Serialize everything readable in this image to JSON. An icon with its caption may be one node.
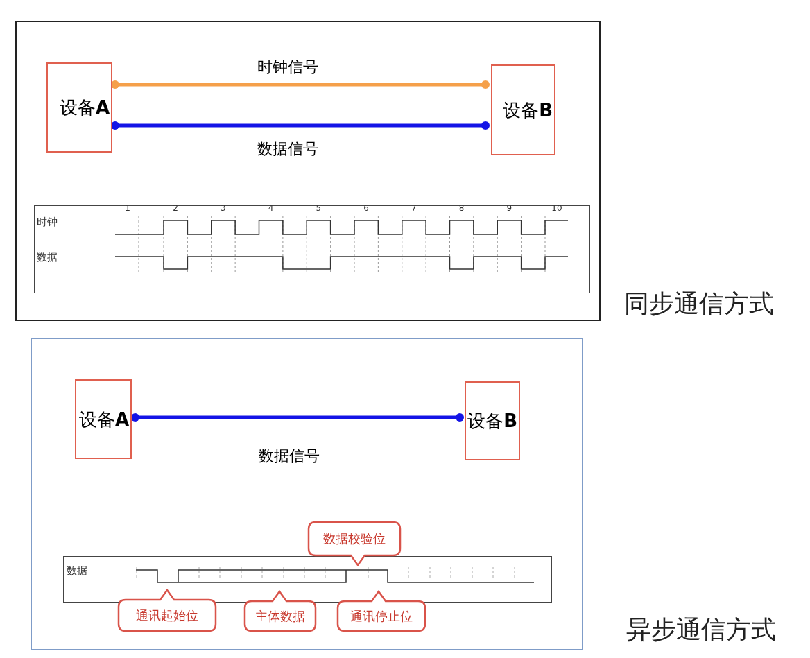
{
  "diagram": {
    "nodes": [
      {
        "text": [],
        "shape": "box",
        "beside": [
          "同步通信方式"
        ]
      },
      {
        "text": [
          "设备**A**"
        ],
        "in": 0
      },
      {
        "text": [
          "设备**B**"
        ],
        "in": 0
      },
      {
        "text": [],
        "shape": "box",
        "in": 0
      },
      {
        "text": [],
        "shape": "box",
        "beside": [
          "异步通信方式"
        ]
      },
      {
        "text": [
          "设备**A**"
        ],
        "in": 4
      },
      {
        "text": [
          "设备**B**"
        ],
        "in": 4
      },
      {
        "text": [],
        "shape": "box",
        "in": 4
      },
      {
        "text": [
          "数据校验位"
        ],
        "in": 4
      },
      {
        "text": [
          "通讯起始位"
        ],
        "in": 4
      },
      {
        "text": [
          "主体数据"
        ],
        "in": 4
      },
      {
        "text": [
          "通讯停止位"
        ],
        "in": 4
      }
    ],
    "edges": [
      {
        "from": 1,
        "to": 2,
        "arrow": "other",
        "label": "时钟信号",
        "color": "#f5a04a"
      },
      {
        "from": 1,
        "to": 2,
        "arrow": "other",
        "label": "数据信号"
      },
      {
        "from": 5,
        "to": 6,
        "arrow": "other",
        "label": "数据信号"
      }
    ],
    "labels": [
      "1",
      "2",
      "3",
      "4",
      "5",
      "6",
      "7",
      "8",
      "9",
      "10",
      "时钟",
      "数据",
      "数据"
    ]
  }
}
